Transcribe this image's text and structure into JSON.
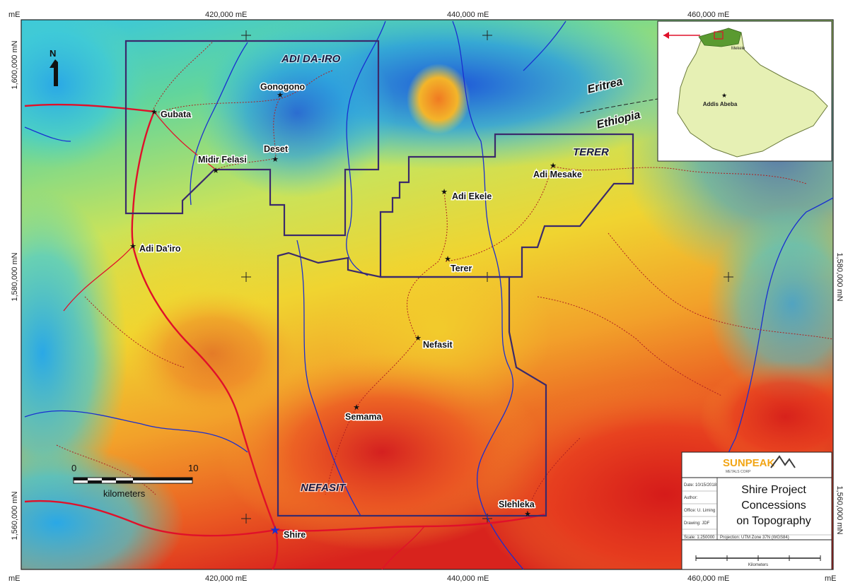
{
  "coords": {
    "top": [
      "420,000 mE",
      "440,000 mE",
      "460,000 mE"
    ],
    "bottom": [
      "420,000 mE",
      "440,000 mE",
      "460,000 mE"
    ],
    "corner_tl": "mE",
    "corner_bl": "mE",
    "corner_br": "mE",
    "left": [
      "1,600,000 mN",
      "1,580,000 mN",
      "1,560,000 mN"
    ],
    "right": [
      "1,580,000 mN",
      "1,560,000 mN"
    ]
  },
  "north_label": "N",
  "concessions": {
    "adi_da_iro": "ADI DA-IRO",
    "terer": "TERER",
    "nefasit": "NEFASIT"
  },
  "countries": {
    "eritrea": "Eritrea",
    "ethiopia": "Ethiopia"
  },
  "places": {
    "gonogono": "Gonogono",
    "gubata": "Gubata",
    "deset": "Deset",
    "midir_felasi": "Midir Felasi",
    "adi_daiero": "Adi Da'iro",
    "adi_ekele": "Adi Ekele",
    "adi_mesake": "Adi Mesake",
    "terer": "Terer",
    "nefasit": "Nefasit",
    "semama": "Semama",
    "shire": "Shire",
    "slehleka": "Slehleka"
  },
  "scalebar": {
    "zero": "0",
    "ten": "10",
    "unit": "kilometers"
  },
  "inset": {
    "capital": "Addis Abeba",
    "city": "Mekele"
  },
  "titleblock": {
    "company": "SUNPEAK",
    "company_sub": "METALS CORP",
    "title_line1": "Shire Project",
    "title_line2": "Concessions",
    "title_line3": "on Topography",
    "meta_date": "Date: 10/15/2018",
    "meta_author": "Author:",
    "meta_office": "Office: U. Liming",
    "meta_drawing": "Drawing: JDF",
    "meta_scale": "Scale: 1:250000",
    "projection": "Projection: UTM Zone 37N (WGS84)",
    "scale_unit": "Kilometers"
  },
  "colors": {
    "concession_border": "#3b2a6b",
    "road": "#e0102a",
    "river": "#1a2fd0",
    "track": "#b02020"
  }
}
